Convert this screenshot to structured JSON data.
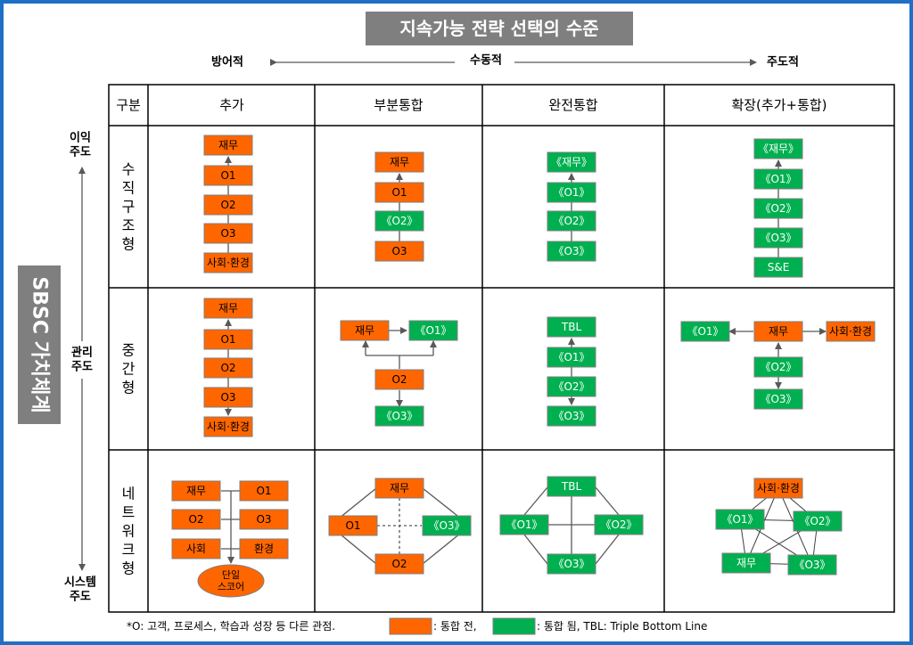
{
  "title": "지속가능 전략 선택의 수준",
  "axis_top": {
    "left": "방어적",
    "center": "수동적",
    "right": "주도적"
  },
  "axis_left": {
    "top": "이익\n주도",
    "middle": "관리\n주도",
    "bottom": "시스템\n주도"
  },
  "side_title": "SBSC 가치체계",
  "header": {
    "corner": "구분",
    "cols": [
      "추가",
      "부분통합",
      "완전통합",
      "확장(추가+통합)"
    ]
  },
  "rows": [
    "수\n직\n구\n조\n형",
    "중\n간\n형",
    "네\n트\n워\n크\n형"
  ],
  "box_labels": {
    "fin": "재무",
    "o1": "O1",
    "o2": "O2",
    "o3": "O3",
    "soc": "사회·환경",
    "gfin": "《재무》",
    "go1": "《O1》",
    "go2": "《O2》",
    "go3": "《O3》",
    "se": "S&E",
    "tbl": "TBL",
    "social": "사회",
    "env": "환경",
    "score": "단일\n스코어"
  },
  "footnote": {
    "prefix": "*O: 고객, 프로세스, 학습과 성장 등 다른 관점.",
    "orange_desc": ": 통합 전,",
    "green_desc": ": 통합 됨, TBL: Triple Bottom Line"
  },
  "colors": {
    "orange": "#ff6600",
    "green": "#00b050",
    "grid": "#000000",
    "frame": "#1f6fc4",
    "dark": "#7f7f7f",
    "arrow": "#595959"
  }
}
